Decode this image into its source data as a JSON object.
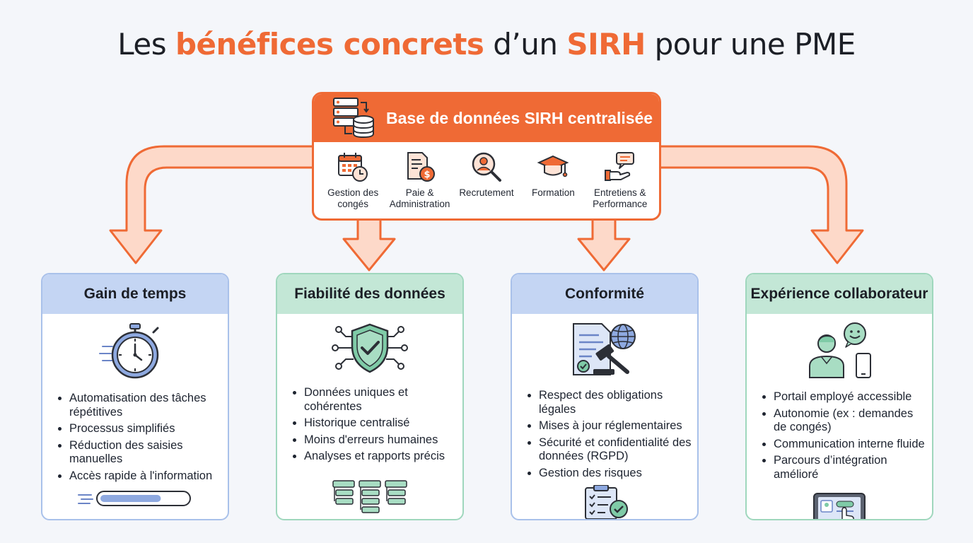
{
  "title": {
    "part1": "Les ",
    "highlight1": "bénéfices concrets",
    "part2": " d’un ",
    "highlight2": "SIRH",
    "part3": " pour une PME"
  },
  "colors": {
    "accent": "#ef6a35",
    "arrow_fill": "#fdd9c9",
    "blue_header": "#c4d5f3",
    "green_header": "#c3e7d6"
  },
  "hub": {
    "title": "Base de données SIRH centralisée",
    "icon": "database-server-icon",
    "modules": [
      {
        "label": "Gestion des congés",
        "icon": "calendar-clock-icon"
      },
      {
        "label": "Paie & Administration",
        "icon": "payslip-dollar-icon"
      },
      {
        "label": "Recrutement",
        "icon": "magnifier-person-icon"
      },
      {
        "label": "Formation",
        "icon": "graduation-cap-icon"
      },
      {
        "label": "Entretiens & Performance",
        "icon": "hand-speech-bubble-icon"
      }
    ]
  },
  "cards": [
    {
      "title": "Gain de temps",
      "icon": "stopwatch-icon",
      "footer_icon": "progress-bar-icon",
      "progress": 0.7,
      "items": [
        "Automatisation des tâches répétitives",
        "Processus simplifiés",
        "Réduction des saisies manuelles",
        "Accès rapide à l'information"
      ]
    },
    {
      "title": "Fiabilité des données",
      "icon": "shield-check-circuit-icon",
      "footer_icon": "data-tables-icon",
      "items": [
        "Données uniques et cohérentes",
        "Historique centralisé",
        "Moins d'erreurs humaines",
        "Analyses et rapports précis"
      ]
    },
    {
      "title": "Conformité",
      "icon": "document-gavel-globe-icon",
      "footer_icon": "clipboard-check-icon",
      "items": [
        "Respect des obligations légales",
        "Mises à jour réglementaires",
        "Sécurité et confidentialité des données (RGPD)",
        "Gestion des risques"
      ]
    },
    {
      "title": "Expérience collaborateur",
      "icon": "employee-smiley-phone-icon",
      "footer_icon": "tablet-touch-icon",
      "items": [
        "Portail employé accessible",
        "Autonomie (ex : demandes de congés)",
        "Communication interne fluide",
        "Parcours d’intégration amélioré"
      ]
    }
  ]
}
